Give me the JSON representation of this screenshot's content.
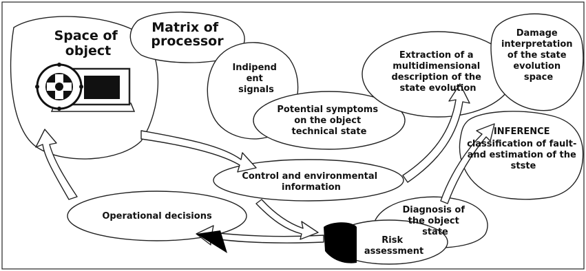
{
  "diagram": {
    "nodes": {
      "space_of_object": [
        "Space of",
        "object"
      ],
      "matrix_of_processor": [
        "Matrix of",
        "processor"
      ],
      "independent_signals": [
        "Indipend",
        "ent",
        "signals"
      ],
      "potential_symptoms": [
        "Potential symptoms",
        "on the object",
        "technical state"
      ],
      "extraction": [
        "Extraction of a",
        "multidimensional",
        "description of the",
        "state evolution"
      ],
      "damage_interpretation": [
        "Damage",
        "interpretation",
        "of the state",
        "evolution",
        "space"
      ],
      "inference": [
        "INFERENCE",
        "classification of fault-",
        "and estimation of the",
        "stste"
      ],
      "control_info": [
        "Control and environmental",
        "information"
      ],
      "operational_decisions": [
        "Operational decisions"
      ],
      "diagnosis": [
        "Diagnosis of",
        "the object",
        "state"
      ],
      "risk_assessment": [
        "Risk",
        "assessment"
      ]
    },
    "icons": [
      "electric-motor-icon"
    ],
    "colors": {
      "stroke": "#222222",
      "fill": "#ffffff",
      "text": "#111111",
      "accent": "#000000"
    }
  }
}
